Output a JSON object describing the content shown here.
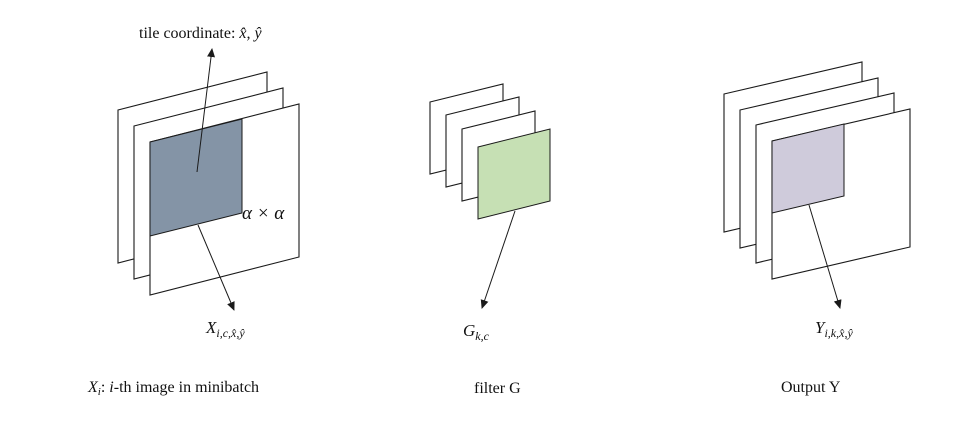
{
  "colors": {
    "input_tile": "#8494a6",
    "filter_tile": "#c6e0b4",
    "output_tile": "#cfcbdb"
  },
  "input": {
    "tile_label_prefix": "tile coordinate: ",
    "tile_label_math": "x̂, ŷ",
    "tile_size": "α × α",
    "element_base": "X",
    "element_sub": "i,c,x̂,ŷ",
    "caption_base": "X",
    "caption_sub": "i",
    "caption_colon": ": ",
    "caption_italic": "i",
    "caption_rest": "-th image in minibatch"
  },
  "filter": {
    "element_base": "G",
    "element_sub": "k,c",
    "caption": "filter G"
  },
  "output": {
    "element_base": "Y",
    "element_sub": "i,k,x̂,ŷ",
    "caption": "Output Y"
  }
}
